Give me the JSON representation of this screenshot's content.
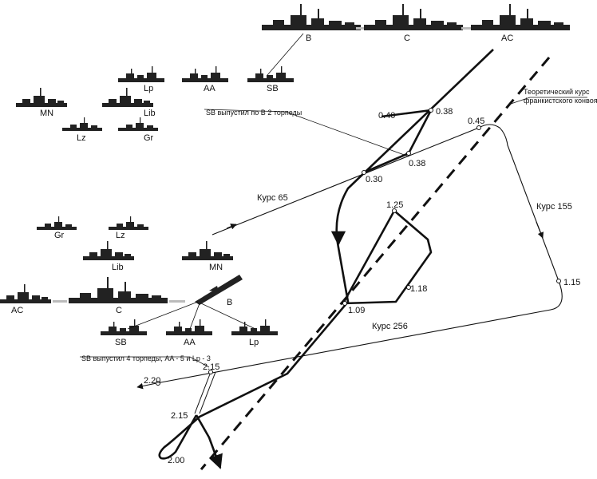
{
  "ship_labels": {
    "top_b": "B",
    "top_c": "C",
    "top_ac": "AC",
    "lp": "Lp",
    "aa": "AA",
    "sb": "SB",
    "mn": "MN",
    "lib": "Lib",
    "lz": "Lz",
    "gr": "Gr",
    "gr2": "Gr",
    "lz2": "Lz",
    "lib2": "Lib",
    "mn2": "MN",
    "ac2": "AC",
    "c2": "C",
    "b2": "B",
    "sb2": "SB",
    "aa2": "AA",
    "lp2": "Lp"
  },
  "annotations": {
    "sb_torpedo_1": "SB выпустил по B 2 торпеды",
    "sb_torpedo_2": "SB выпустил 4 торпеды, AA - 5 и Lp - 3",
    "convoy_course_line1": "Теоретический курс",
    "convoy_course_line2": "франкистского конвоя"
  },
  "courses": {
    "c65": "Курс 65",
    "c155": "Курс 155",
    "c256": "Курс 256"
  },
  "times": {
    "t040": "0.40",
    "t038a": "0.38",
    "t045": "0.45",
    "t038b": "0.38",
    "t030": "0.30",
    "t125": "1.25",
    "t118": "1.18",
    "t109": "1.09",
    "t115": "1.15",
    "t215a": "2.15",
    "t220": "2.20",
    "t215b": "2.15",
    "t200": "2.00"
  },
  "colors": {
    "ink": "#111111",
    "silhouette": "#222222"
  }
}
